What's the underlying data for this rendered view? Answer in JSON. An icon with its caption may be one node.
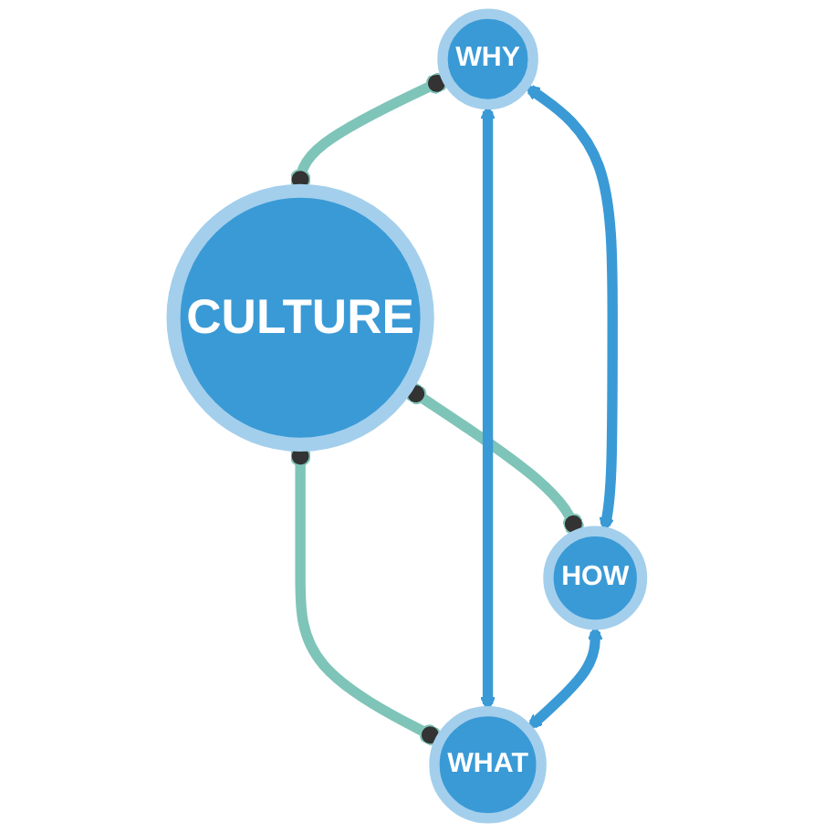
{
  "diagram": {
    "nodes": [
      {
        "text": [
          "WHY"
        ]
      },
      {
        "text": [
          "CULTURE"
        ]
      },
      {
        "text": [
          "HOW"
        ]
      },
      {
        "text": [
          "WHAT"
        ]
      }
    ],
    "edges": [
      {
        "from": 0,
        "to": 1,
        "arrow": "other",
        "color": "#7fc4b8"
      },
      {
        "from": 1,
        "to": 2,
        "arrow": "other",
        "color": "#7fc4b8"
      },
      {
        "from": 1,
        "to": 3,
        "arrow": "other",
        "color": "#7fc4b8"
      },
      {
        "from": 0,
        "to": 2,
        "arrow": "both",
        "color": "#3a9ad6"
      },
      {
        "from": 0,
        "to": 3,
        "arrow": "both",
        "color": "#3a9ad6"
      },
      {
        "from": 2,
        "to": 3,
        "arrow": "both",
        "color": "#3a9ad6"
      }
    ]
  }
}
